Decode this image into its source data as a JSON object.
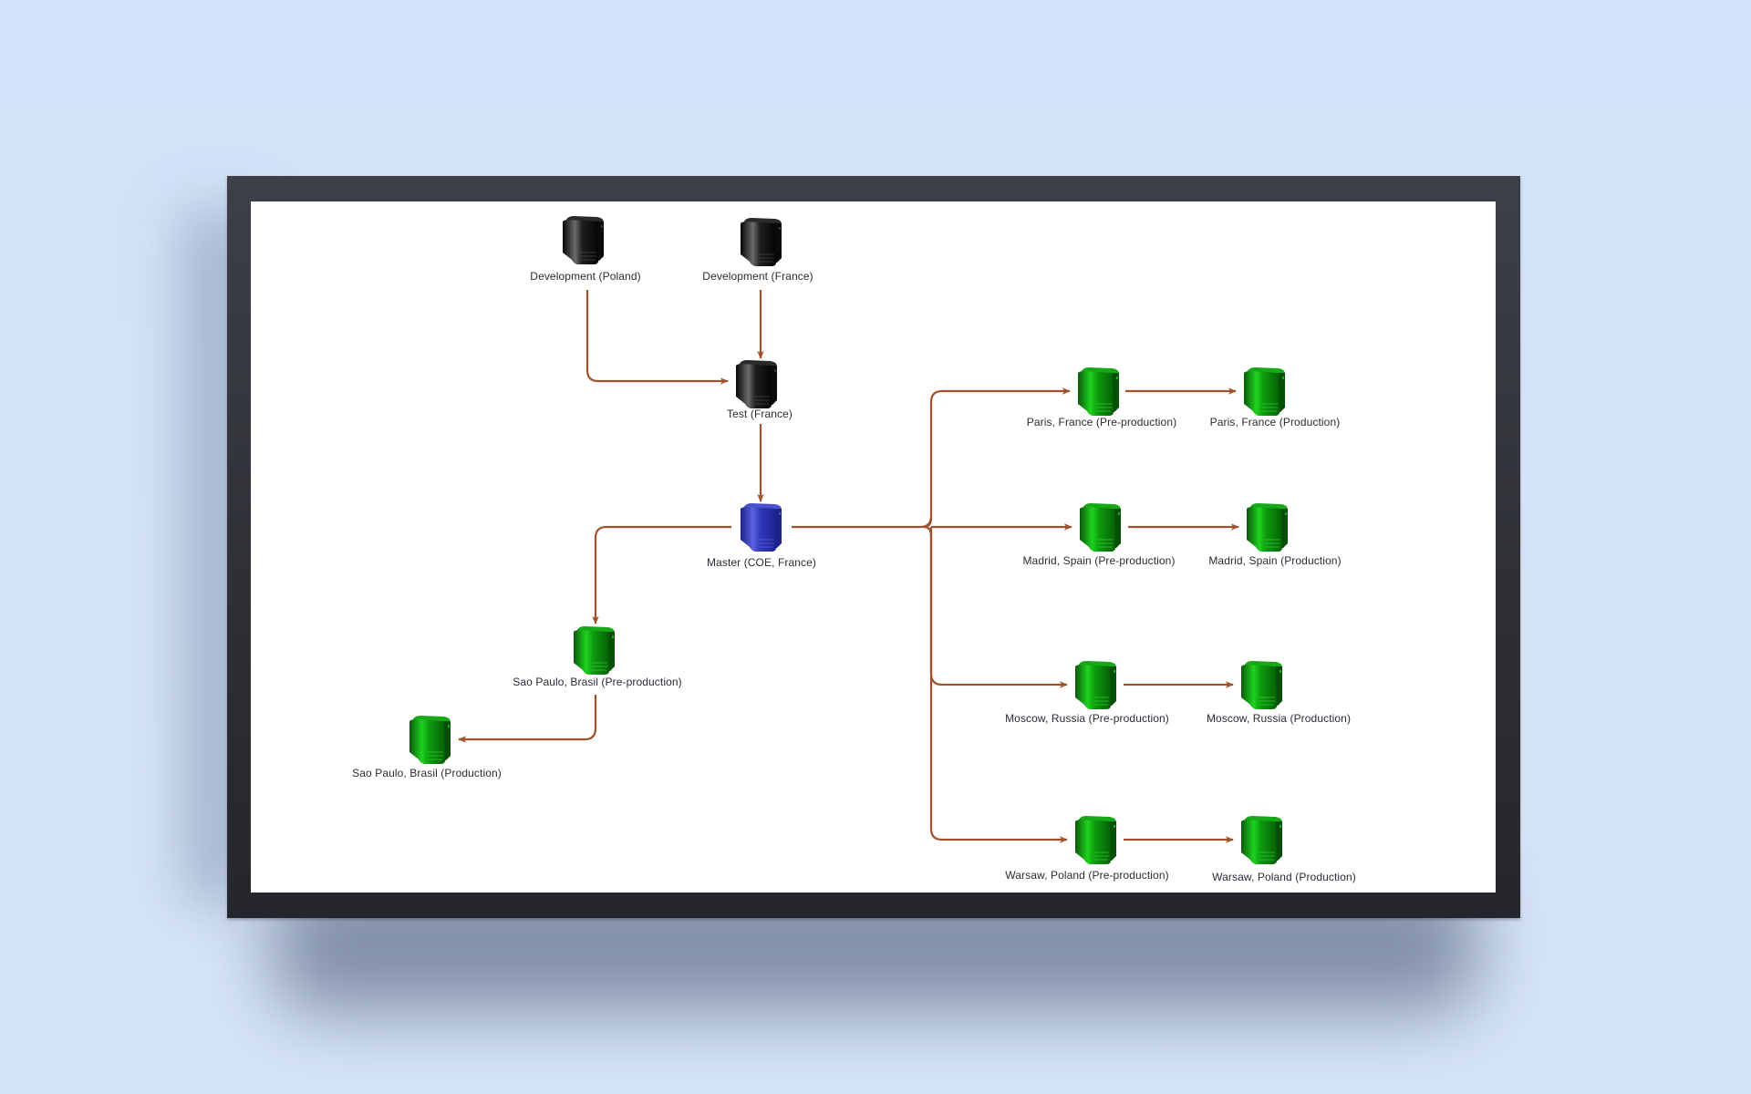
{
  "diagram": {
    "title": "Server deployment topology",
    "edge_color": "#a0522d",
    "node_colors": {
      "dev": "#111111",
      "master": "#2e35b8",
      "env": "#0d8a0d"
    },
    "nodes": [
      {
        "id": "dev-poland",
        "label": "Development (Poland)",
        "type": "dev",
        "icon": "server-icon"
      },
      {
        "id": "dev-france",
        "label": "Development (France)",
        "type": "dev",
        "icon": "server-icon"
      },
      {
        "id": "test-france",
        "label": "Test (France)",
        "type": "dev",
        "icon": "server-icon"
      },
      {
        "id": "master",
        "label": "Master (COE, France)",
        "type": "master",
        "icon": "server-icon"
      },
      {
        "id": "sp-pre",
        "label": "Sao Paulo, Brasil (Pre-production)",
        "type": "env",
        "icon": "server-icon"
      },
      {
        "id": "sp-prod",
        "label": "Sao Paulo, Brasil (Production)",
        "type": "env",
        "icon": "server-icon"
      },
      {
        "id": "paris-pre",
        "label": "Paris, France (Pre-production)",
        "type": "env",
        "icon": "server-icon"
      },
      {
        "id": "paris-prod",
        "label": "Paris, France (Production)",
        "type": "env",
        "icon": "server-icon"
      },
      {
        "id": "madrid-pre",
        "label": "Madrid, Spain (Pre-production)",
        "type": "env",
        "icon": "server-icon"
      },
      {
        "id": "madrid-prod",
        "label": "Madrid, Spain (Production)",
        "type": "env",
        "icon": "server-icon"
      },
      {
        "id": "moscow-pre",
        "label": "Moscow, Russia (Pre-production)",
        "type": "env",
        "icon": "server-icon"
      },
      {
        "id": "moscow-prod",
        "label": "Moscow, Russia (Production)",
        "type": "env",
        "icon": "server-icon"
      },
      {
        "id": "warsaw-pre",
        "label": "Warsaw, Poland (Pre-production)",
        "type": "env",
        "icon": "server-icon"
      },
      {
        "id": "warsaw-prod",
        "label": "Warsaw, Poland (Production)",
        "type": "env",
        "icon": "server-icon"
      }
    ],
    "edges": [
      {
        "from": "dev-poland",
        "to": "test-france"
      },
      {
        "from": "dev-france",
        "to": "test-france"
      },
      {
        "from": "test-france",
        "to": "master"
      },
      {
        "from": "master",
        "to": "sp-pre"
      },
      {
        "from": "sp-pre",
        "to": "sp-prod"
      },
      {
        "from": "master",
        "to": "paris-pre"
      },
      {
        "from": "master",
        "to": "madrid-pre"
      },
      {
        "from": "master",
        "to": "moscow-pre"
      },
      {
        "from": "master",
        "to": "warsaw-pre"
      },
      {
        "from": "paris-pre",
        "to": "paris-prod"
      },
      {
        "from": "madrid-pre",
        "to": "madrid-prod"
      },
      {
        "from": "moscow-pre",
        "to": "moscow-prod"
      },
      {
        "from": "warsaw-pre",
        "to": "warsaw-prod"
      }
    ]
  }
}
